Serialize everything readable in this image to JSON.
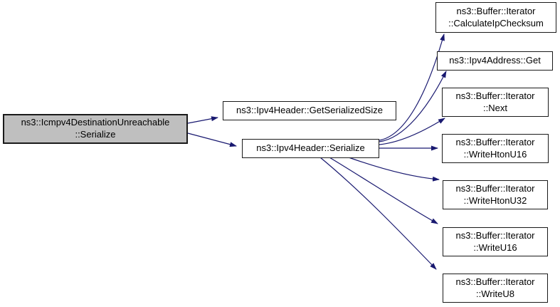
{
  "diagram": {
    "type": "call-graph",
    "background_color": "#ffffff",
    "edge_color": "#191970",
    "node_border_color": "#1a1a1a",
    "node_fill_color": "#ffffff",
    "root_fill_color": "#bfbfbf",
    "nodes": {
      "root": {
        "label": "ns3::Icmpv4DestinationUnreachable\n::Serialize"
      },
      "get_serialized_size": {
        "label": "ns3::Ipv4Header::GetSerializedSize"
      },
      "ipv4_serialize": {
        "label": "ns3::Ipv4Header::Serialize"
      },
      "calculate_ip_checksum": {
        "label": "ns3::Buffer::Iterator\n::CalculateIpChecksum"
      },
      "ipv4_address_get": {
        "label": "ns3::Ipv4Address::Get"
      },
      "next": {
        "label": "ns3::Buffer::Iterator\n::Next"
      },
      "write_hton_u16": {
        "label": "ns3::Buffer::Iterator\n::WriteHtonU16"
      },
      "write_hton_u32": {
        "label": "ns3::Buffer::Iterator\n::WriteHtonU32"
      },
      "write_u16": {
        "label": "ns3::Buffer::Iterator\n::WriteU16"
      },
      "write_u8": {
        "label": "ns3::Buffer::Iterator\n::WriteU8"
      }
    },
    "edges": [
      {
        "from": "ns3::Icmpv4DestinationUnreachable::Serialize",
        "to": "ns3::Ipv4Header::GetSerializedSize"
      },
      {
        "from": "ns3::Icmpv4DestinationUnreachable::Serialize",
        "to": "ns3::Ipv4Header::Serialize"
      },
      {
        "from": "ns3::Ipv4Header::Serialize",
        "to": "ns3::Buffer::Iterator::CalculateIpChecksum"
      },
      {
        "from": "ns3::Ipv4Header::Serialize",
        "to": "ns3::Ipv4Address::Get"
      },
      {
        "from": "ns3::Ipv4Header::Serialize",
        "to": "ns3::Buffer::Iterator::Next"
      },
      {
        "from": "ns3::Ipv4Header::Serialize",
        "to": "ns3::Buffer::Iterator::WriteHtonU16"
      },
      {
        "from": "ns3::Ipv4Header::Serialize",
        "to": "ns3::Buffer::Iterator::WriteHtonU32"
      },
      {
        "from": "ns3::Ipv4Header::Serialize",
        "to": "ns3::Buffer::Iterator::WriteU16"
      },
      {
        "from": "ns3::Ipv4Header::Serialize",
        "to": "ns3::Buffer::Iterator::WriteU8"
      }
    ]
  }
}
